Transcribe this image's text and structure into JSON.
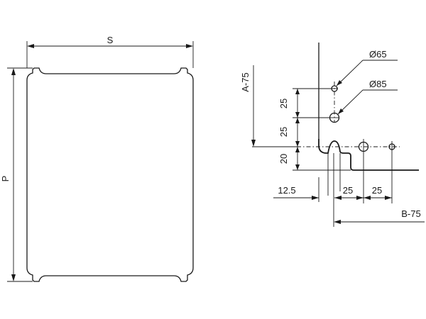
{
  "labels": {
    "width": "S",
    "height": "P",
    "vertical_offset": "A-75",
    "horizontal_offset": "B-75",
    "hole_small": "Ø65",
    "hole_large": "Ø85",
    "spacing_upper": "25",
    "spacing_lower": "25",
    "bottom_gap": "20",
    "edge_offset": "12.5",
    "hole_spacing_1": "25",
    "hole_spacing_2": "25"
  }
}
